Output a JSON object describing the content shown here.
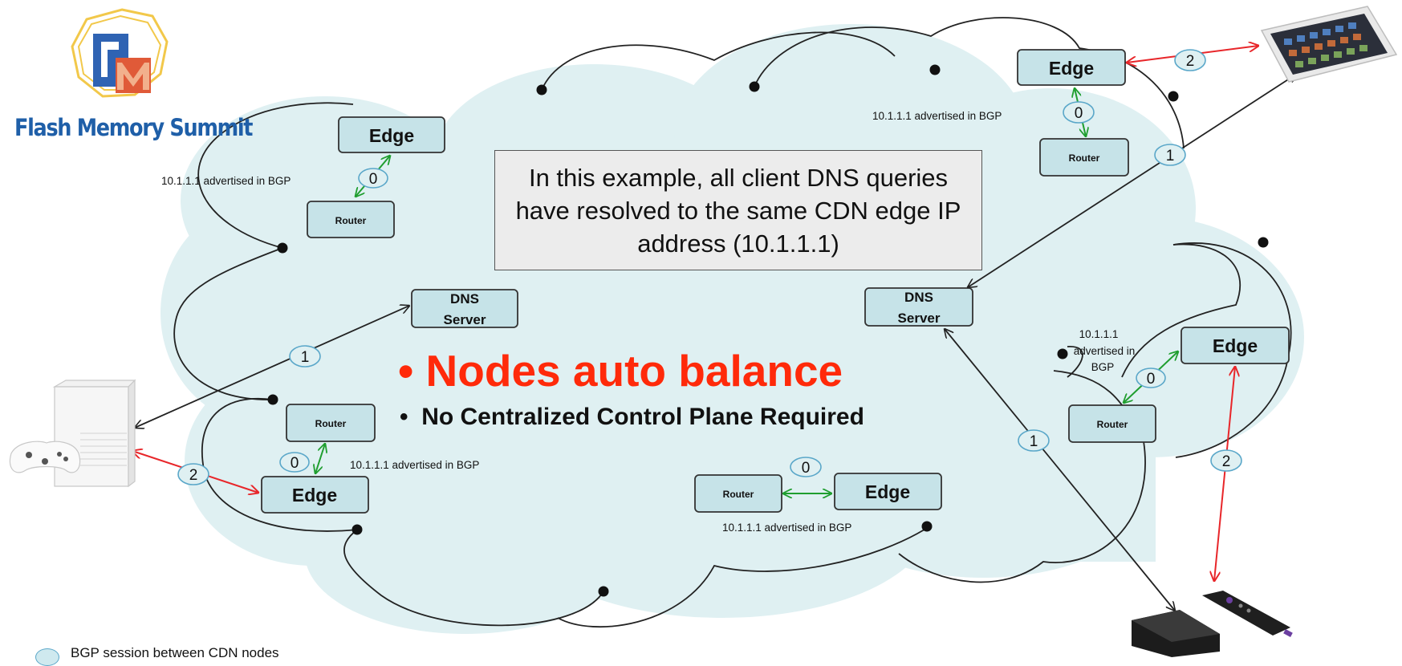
{
  "logo": {
    "name": "Flash Memory Summit"
  },
  "callout": {
    "text": "In this example, all client DNS queries have resolved to the same CDN edge IP address (10.1.1.1)"
  },
  "bullets": {
    "main": "Nodes auto balance",
    "secondary": "No Centralized Control Plane Required"
  },
  "nodes": {
    "edge": "Edge",
    "router": "Router",
    "dns_line1": "DNS",
    "dns_line2": "Server"
  },
  "annotations": {
    "advertised": "10.1.1.1 advertised in BGP",
    "advertised_line1": "10.1.1.1",
    "advertised_line2": "advertised in",
    "advertised_line3": "BGP"
  },
  "steps": {
    "zero": "0",
    "one": "1",
    "two": "2"
  },
  "legend": {
    "label": "BGP session between CDN nodes"
  },
  "colors": {
    "cloud_fill": "#dff0f2",
    "node_fill": "#c6e3e8",
    "bgp_arrow": "#1f9e2f",
    "content_arrow": "#e8262a",
    "dns_arrow": "#222222",
    "headline": "#ff2a0a",
    "logo_blue": "#1f5fa8"
  }
}
